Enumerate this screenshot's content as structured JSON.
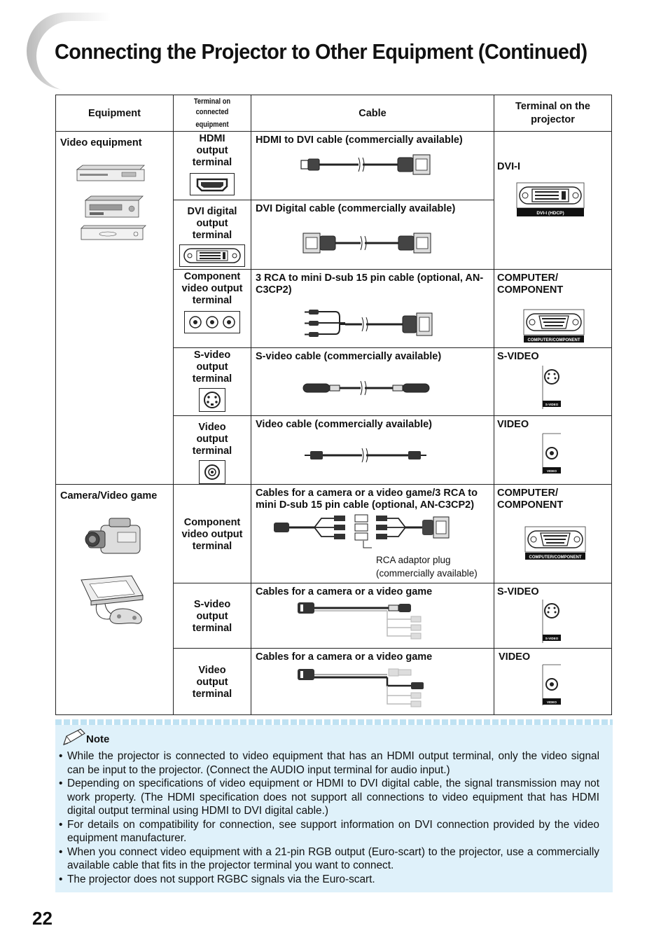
{
  "page": {
    "title": "Connecting the Projector to Other Equipment (Continued)",
    "number": "22"
  },
  "table": {
    "headers": {
      "equipment": "Equipment",
      "terminal_connected_line1": "Terminal on",
      "terminal_connected_line2": "connected equipment",
      "cable": "Cable",
      "terminal_projector": "Terminal on the projector"
    },
    "equipment": {
      "video": "Video equipment",
      "camera": "Camera/Video game"
    },
    "rows": [
      {
        "terminal": "HDMI output terminal",
        "cable": "HDMI to DVI cable (commercially available)"
      },
      {
        "terminal": "DVI digital output terminal",
        "cable": "DVI Digital cable (commercially available)"
      },
      {
        "terminal": "Component video output terminal",
        "cable": "3 RCA to mini D-sub 15 pin cable (optional, AN-C3CP2)",
        "projector": "COMPUTER/ COMPONENT"
      },
      {
        "terminal": "S-video output terminal",
        "cable": "S-video cable (commercially available)",
        "projector": "S-VIDEO"
      },
      {
        "terminal": "Video output terminal",
        "cable": "Video cable (commercially available)",
        "projector": "VIDEO"
      },
      {
        "terminal": "Component video output terminal",
        "cable": "Cables for a camera or a video game/3 RCA to mini D-sub 15 pin cable (optional, AN-C3CP2)",
        "projector": "COMPUTER/ COMPONENT",
        "note_line1": "RCA adaptor plug",
        "note_line2": "(commercially available)"
      },
      {
        "terminal": "S-video output terminal",
        "cable": "Cables for a camera or a video game",
        "projector": "S-VIDEO"
      },
      {
        "terminal": "Video output terminal",
        "cable": "Cables for a camera or a video game",
        "projector": "VIDEO"
      }
    ],
    "dvi_projector": "DVI-I",
    "panel_labels": {
      "dvi": "DVI-I (HDCP)",
      "computer": "COMPUTER/COMPONENT",
      "svideo": "S-VIDEO",
      "video": "VIDEO"
    }
  },
  "note": {
    "heading": "Note",
    "items": [
      "While the projector is connected to video equipment that has an HDMI output terminal, only the video signal can be input to the projector. (Connect the AUDIO input terminal for audio input.)",
      "Depending on specifications of video equipment or HDMI to DVI digital cable, the signal transmission may not work property. (The HDMI specification does not support all connections to video equipment that has HDMI digital output terminal using HDMI to DVI digital cable.)",
      "For details on compatibility for connection, see support information on DVI connection provided by the video equipment manufacturer.",
      "When you connect video equipment with a 21-pin RGB output (Euro-scart) to the projector, use a commercially available cable that fits in the projector terminal you want to connect.",
      "The projector does not support RGBC signals via the Euro-scart."
    ]
  }
}
